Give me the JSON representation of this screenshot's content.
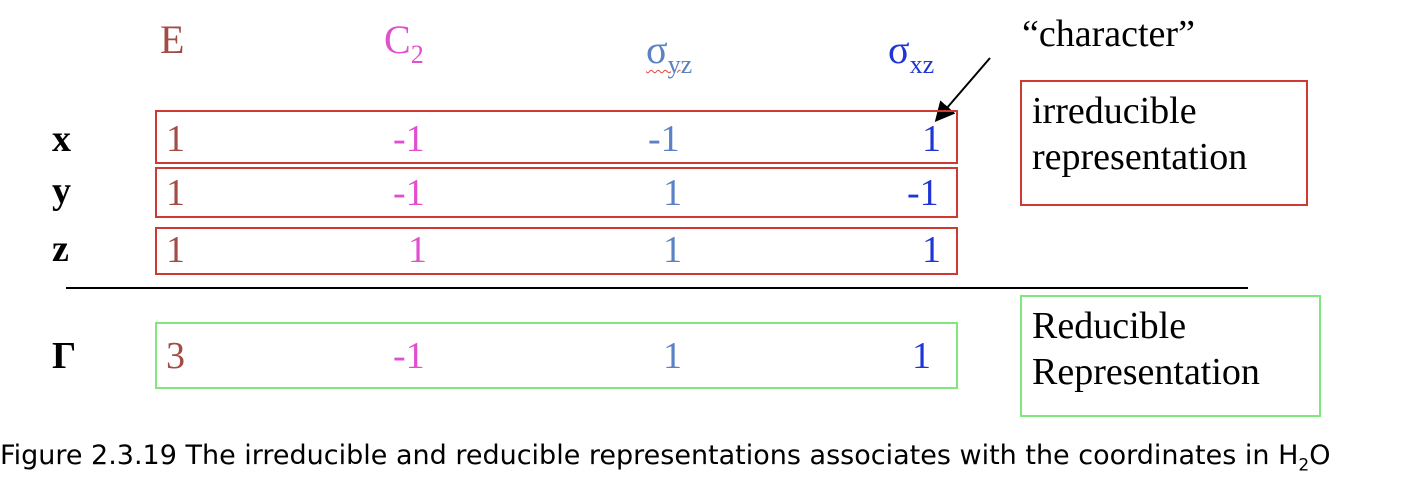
{
  "columns": [
    {
      "key": "E",
      "symbol": "E",
      "subscript": "",
      "color": "#a34c45"
    },
    {
      "key": "C2",
      "symbol": "C",
      "subscript": "2",
      "color": "#e24ed0"
    },
    {
      "key": "sigma_yz",
      "symbol": "σ",
      "subscript": "yz",
      "color": "#5b82c4"
    },
    {
      "key": "sigma_xz",
      "symbol": "σ",
      "subscript": "xz",
      "color": "#1f35d6"
    }
  ],
  "rows": [
    {
      "label": "x",
      "values": [
        "1",
        "-1",
        "-1",
        "1"
      ]
    },
    {
      "label": "y",
      "values": [
        "1",
        "-1",
        "1",
        "-1"
      ]
    },
    {
      "label": "z",
      "values": [
        "1",
        "1",
        "1",
        "1"
      ]
    }
  ],
  "gamma": {
    "label": "Γ",
    "values": [
      "3",
      "-1",
      "1",
      "1"
    ]
  },
  "annotations": {
    "character": "“character”",
    "irreducible_line1": "irreducible",
    "irreducible_line2": "representation",
    "reducible_line1": "Reducible",
    "reducible_line2": "Representation"
  },
  "caption": {
    "text": "Figure 2.3.19 The irreducible and reducible representations associates with the coordinates in H",
    "subscript": "2",
    "suffix": "O"
  },
  "colors": {
    "irreducible_box": "#cc3a33",
    "reducible_box": "#7ee87a"
  }
}
